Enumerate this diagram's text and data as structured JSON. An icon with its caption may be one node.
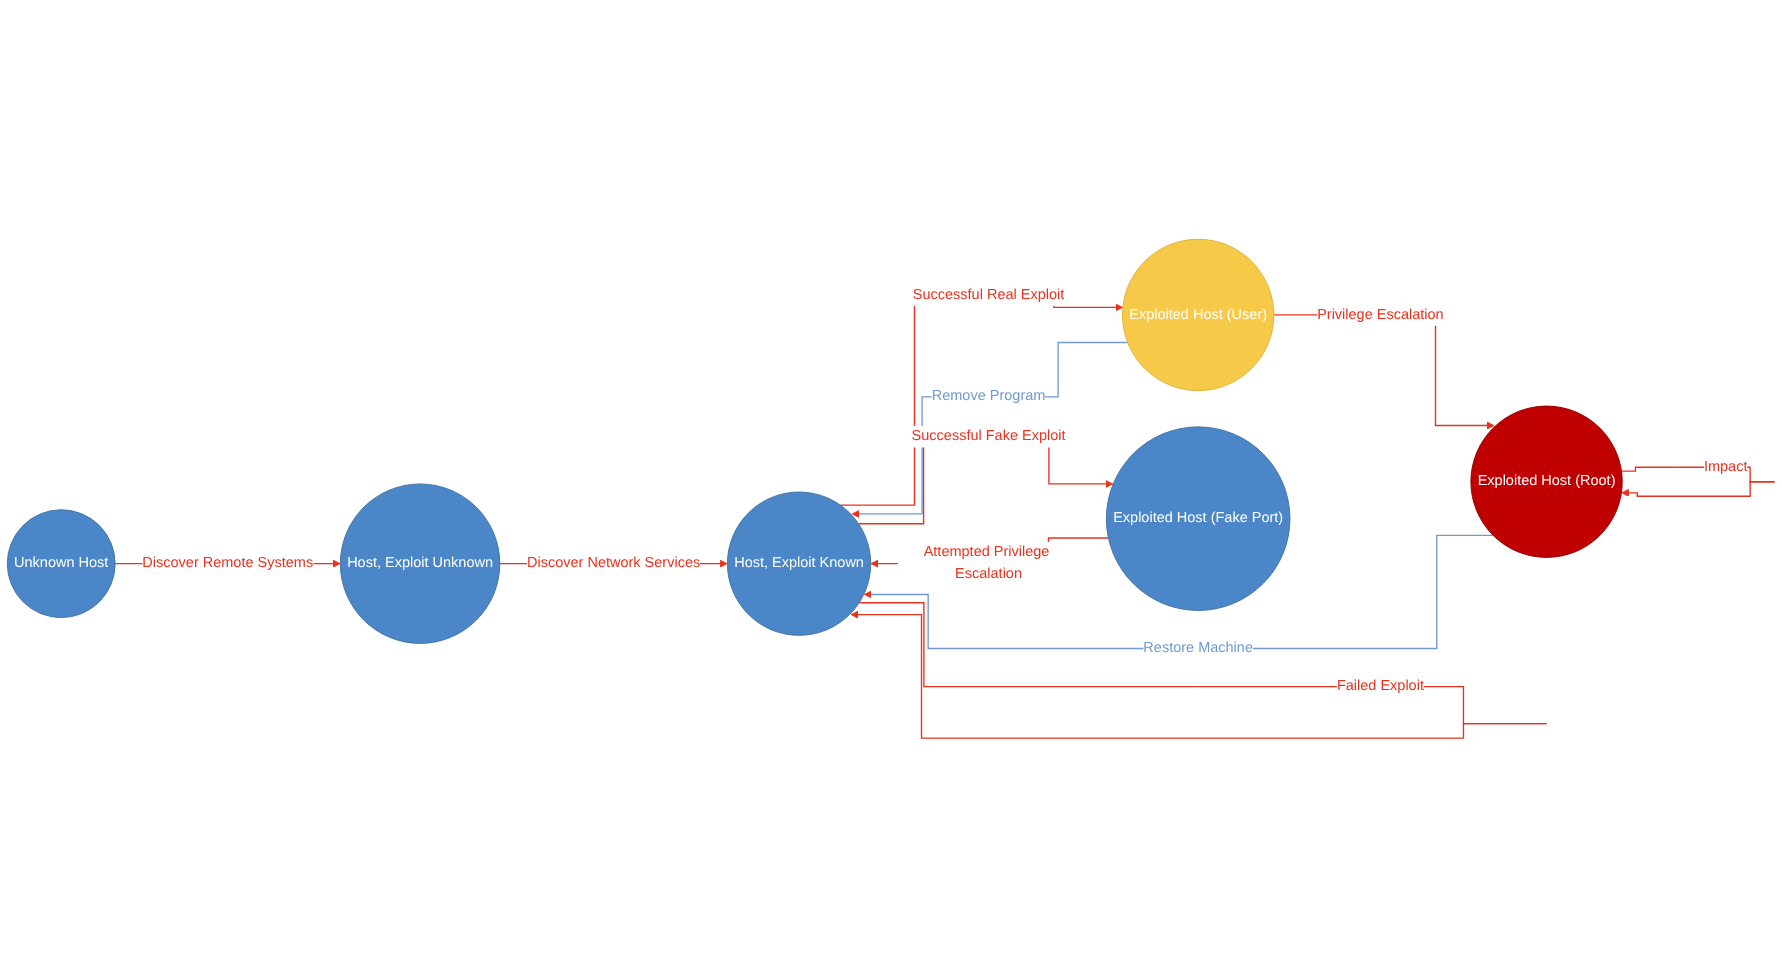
{
  "diagram": {
    "nodes": [
      {
        "text": [
          "Unknown Host"
        ]
      },
      {
        "text": [
          "Host, Exploit Unknown"
        ]
      },
      {
        "text": [
          "Host, Exploit Known"
        ]
      },
      {
        "text": [
          "Exploited Host (User)"
        ]
      },
      {
        "text": [
          "Exploited Host (Fake Port)"
        ]
      },
      {
        "text": [
          "Exploited Host (Root)"
        ]
      }
    ],
    "edges": [
      {
        "from": 0,
        "to": 1,
        "arrow": "to",
        "label": "Discover Remote Systems"
      },
      {
        "from": 1,
        "to": 2,
        "arrow": "to",
        "label": "Discover Network Services"
      },
      {
        "from": 2,
        "to": 2,
        "arrow": "to",
        "label": "Failed Exploit"
      },
      {
        "from": 2,
        "to": 4,
        "arrow": "to",
        "label": "Successful Fake Exploit"
      },
      {
        "from": 4,
        "to": 2,
        "arrow": "to",
        "label": "Attempted Privilege Escalation"
      },
      {
        "from": 2,
        "to": 3,
        "arrow": "to",
        "label": "Successful Real Exploit"
      },
      {
        "from": 3,
        "to": 2,
        "arrow": "to",
        "label": "Remove Program",
        "color": "#6f9bd1"
      },
      {
        "from": 3,
        "to": 5,
        "arrow": "to",
        "label": "Privilege Escalation"
      },
      {
        "from": 5,
        "to": 2,
        "arrow": "to",
        "label": "Restore Machine",
        "color": "#6f9bd1"
      },
      {
        "from": 5,
        "to": 5,
        "arrow": "to",
        "label": "Impact"
      }
    ]
  }
}
